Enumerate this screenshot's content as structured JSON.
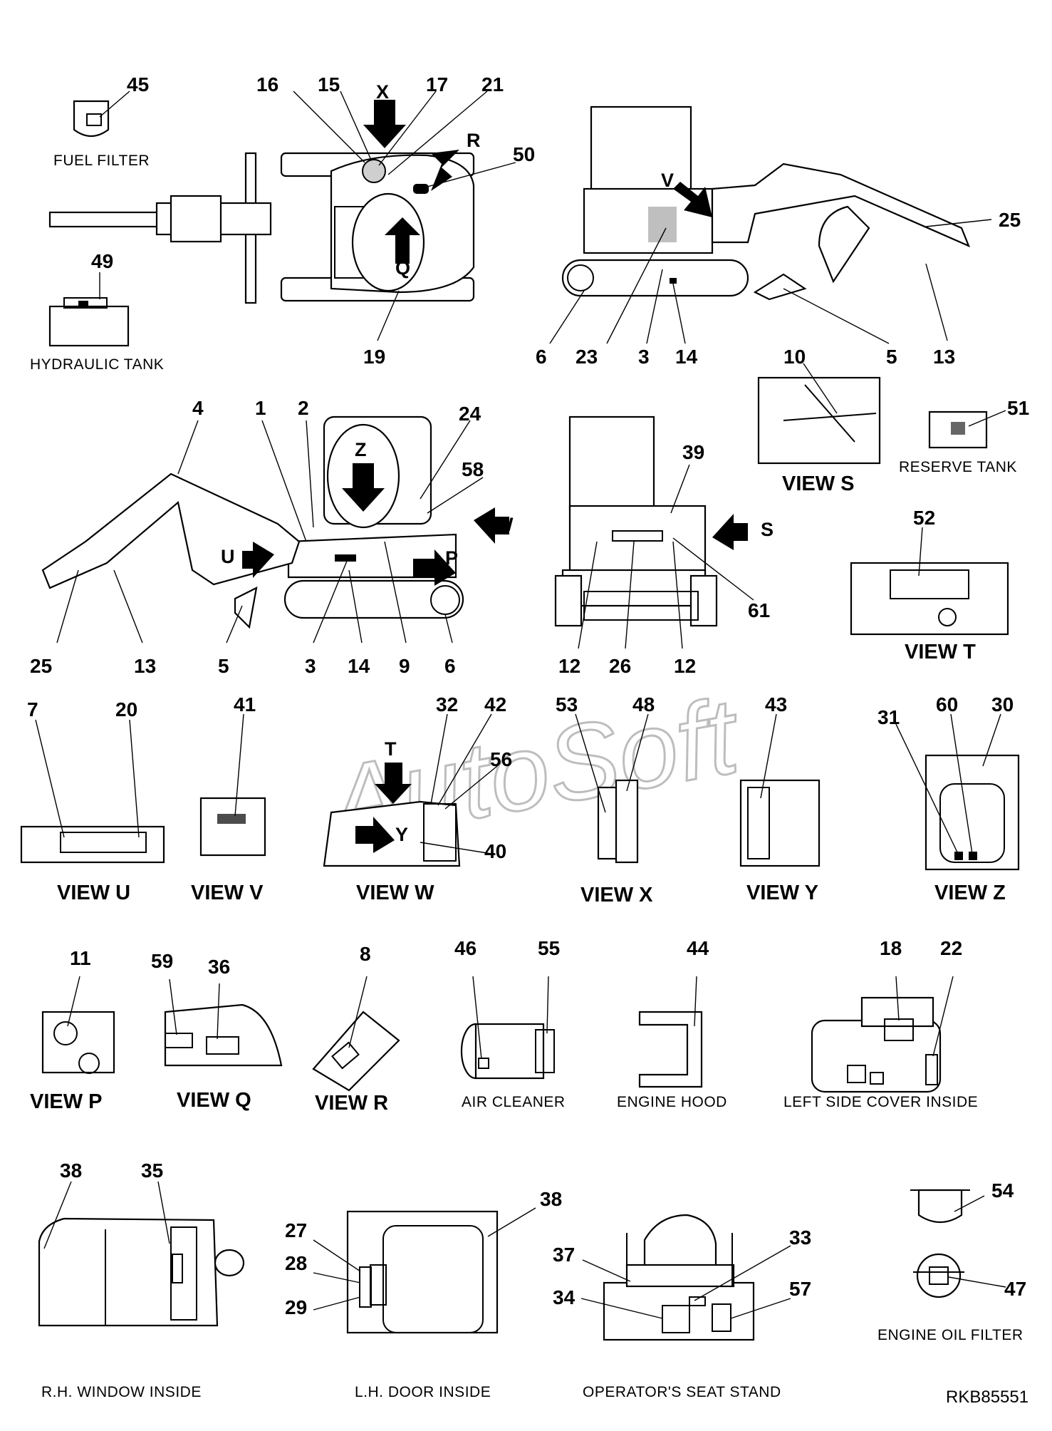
{
  "diagram": {
    "watermark": "AutoSoft",
    "reference_code": "RKB85551",
    "captions": {
      "fuel_filter": "FUEL FILTER",
      "hydraulic_tank": "HYDRAULIC TANK",
      "reserve_tank": "RESERVE TANK",
      "air_cleaner": "AIR CLEANER",
      "engine_hood": "ENGINE HOOD",
      "left_side_cover_inside": "LEFT SIDE COVER INSIDE",
      "rh_window_inside": "R.H. WINDOW INSIDE",
      "lh_door_inside": "L.H. DOOR INSIDE",
      "operators_seat_stand": "OPERATOR'S SEAT STAND",
      "engine_oil_filter": "ENGINE OIL FILTER"
    },
    "views": {
      "s": "VIEW S",
      "t": "VIEW T",
      "u": "VIEW U",
      "v": "VIEW V",
      "w": "VIEW W",
      "x": "VIEW X",
      "y": "VIEW Y",
      "z": "VIEW Z",
      "p": "VIEW P",
      "q": "VIEW Q",
      "r": "VIEW R"
    },
    "arrows": {
      "x": "X",
      "r": "R",
      "q": "Q",
      "v": "V",
      "z": "Z",
      "w": "W",
      "u": "U",
      "p": "P",
      "s": "S",
      "t": "T",
      "y": "Y"
    },
    "callouts": {
      "top_view": [
        "45",
        "16",
        "15",
        "17",
        "21",
        "50",
        "49",
        "19"
      ],
      "right_side_view": [
        "25",
        "6",
        "23",
        "3",
        "14",
        "5",
        "13"
      ],
      "left_side_view": [
        "4",
        "1",
        "2",
        "24",
        "58",
        "25",
        "13",
        "5",
        "3",
        "14",
        "9",
        "6"
      ],
      "rear_view": [
        "39",
        "12",
        "26",
        "12",
        "61"
      ],
      "view_s": [
        "10"
      ],
      "reserve_tank": [
        "51"
      ],
      "view_t": [
        "52"
      ],
      "view_u": [
        "7",
        "20"
      ],
      "view_v": [
        "41"
      ],
      "view_w": [
        "32",
        "42",
        "56",
        "40"
      ],
      "view_x": [
        "53",
        "48"
      ],
      "view_y": [
        "43"
      ],
      "view_z": [
        "31",
        "60",
        "30"
      ],
      "view_p": [
        "11"
      ],
      "view_q": [
        "59",
        "36"
      ],
      "view_r": [
        "8"
      ],
      "air_cleaner": [
        "46",
        "55"
      ],
      "engine_hood": [
        "44"
      ],
      "left_side_cover": [
        "18",
        "22"
      ],
      "rh_window": [
        "38",
        "35"
      ],
      "lh_door": [
        "27",
        "28",
        "29",
        "38"
      ],
      "seat_stand": [
        "37",
        "34",
        "33",
        "57"
      ],
      "oil_filter": [
        "54",
        "47"
      ]
    }
  }
}
